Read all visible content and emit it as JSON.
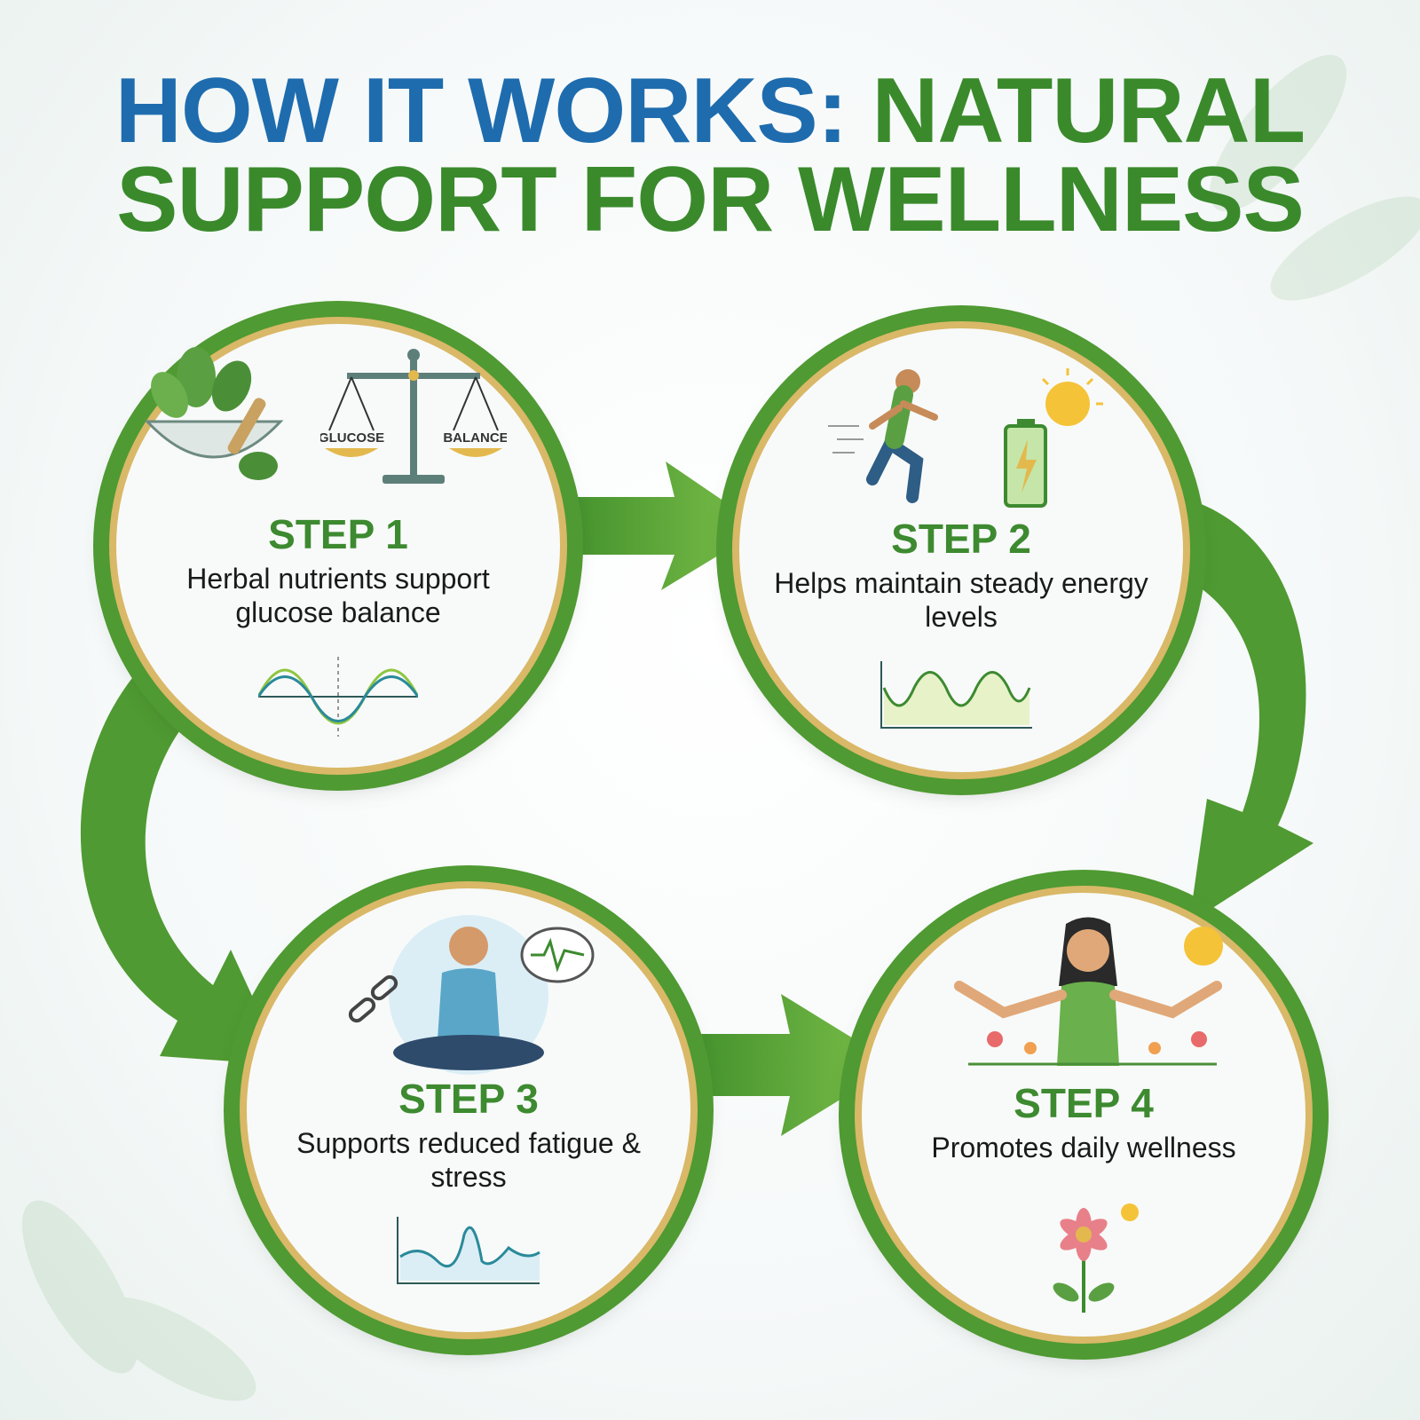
{
  "title": {
    "line1_blue": "HOW IT WORKS:",
    "line1_green": "NATURAL",
    "line2": "SUPPORT FOR WELLNESS"
  },
  "steps": [
    {
      "label": "STEP 1",
      "description": "Herbal nutrients support glucose balance",
      "scale_left": "GLUCOSE",
      "scale_right": "BALANCE",
      "icons": [
        "herbs-bowl-icon",
        "balance-scale-icon",
        "wave-chart-icon"
      ]
    },
    {
      "label": "STEP 2",
      "description": "Helps maintain steady energy levels",
      "icons": [
        "runner-icon",
        "battery-icon",
        "sun-icon",
        "energy-chart-icon"
      ]
    },
    {
      "label": "STEP 3",
      "description": "Supports reduced fatigue & stress",
      "icons": [
        "meditation-icon",
        "broken-chain-icon",
        "heartbeat-bubble-icon",
        "stress-chart-icon"
      ]
    },
    {
      "label": "STEP 4",
      "description": "Promotes daily wellness",
      "icons": [
        "happy-woman-icon",
        "sun-icon",
        "flower-icon"
      ]
    }
  ],
  "colors": {
    "blue": "#1e6cae",
    "green": "#3a8a2c",
    "ring": "#4f9a32",
    "gold": "#d9b868"
  }
}
